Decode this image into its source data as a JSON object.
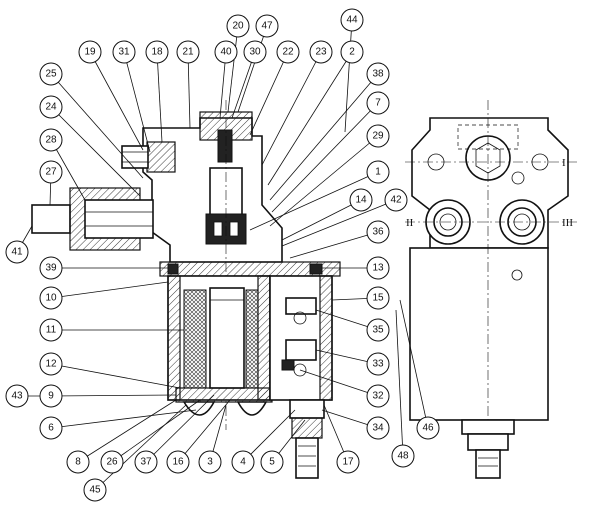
{
  "callouts": [
    {
      "id": "1",
      "label": "1"
    },
    {
      "id": "2",
      "label": "2"
    },
    {
      "id": "3",
      "label": "3"
    },
    {
      "id": "4",
      "label": "4"
    },
    {
      "id": "5",
      "label": "5"
    },
    {
      "id": "6",
      "label": "6"
    },
    {
      "id": "7",
      "label": "7"
    },
    {
      "id": "8",
      "label": "8"
    },
    {
      "id": "9",
      "label": "9"
    },
    {
      "id": "10",
      "label": "10"
    },
    {
      "id": "11",
      "label": "11"
    },
    {
      "id": "12",
      "label": "12"
    },
    {
      "id": "13",
      "label": "13"
    },
    {
      "id": "14",
      "label": "14"
    },
    {
      "id": "15",
      "label": "15"
    },
    {
      "id": "16",
      "label": "16"
    },
    {
      "id": "17",
      "label": "17"
    },
    {
      "id": "18",
      "label": "18"
    },
    {
      "id": "19",
      "label": "19"
    },
    {
      "id": "20",
      "label": "20"
    },
    {
      "id": "21",
      "label": "21"
    },
    {
      "id": "22",
      "label": "22"
    },
    {
      "id": "23",
      "label": "23"
    },
    {
      "id": "24",
      "label": "24"
    },
    {
      "id": "25",
      "label": "25"
    },
    {
      "id": "26",
      "label": "26"
    },
    {
      "id": "27",
      "label": "27"
    },
    {
      "id": "28",
      "label": "28"
    },
    {
      "id": "29",
      "label": "29"
    },
    {
      "id": "30",
      "label": "30"
    },
    {
      "id": "31",
      "label": "31"
    },
    {
      "id": "32",
      "label": "32"
    },
    {
      "id": "33",
      "label": "33"
    },
    {
      "id": "34",
      "label": "34"
    },
    {
      "id": "35",
      "label": "35"
    },
    {
      "id": "36",
      "label": "36"
    },
    {
      "id": "37",
      "label": "37"
    },
    {
      "id": "38",
      "label": "38"
    },
    {
      "id": "39",
      "label": "39"
    },
    {
      "id": "40",
      "label": "40"
    },
    {
      "id": "41",
      "label": "41"
    },
    {
      "id": "42",
      "label": "42"
    },
    {
      "id": "43",
      "label": "43"
    },
    {
      "id": "44",
      "label": "44"
    },
    {
      "id": "45",
      "label": "45"
    },
    {
      "id": "46",
      "label": "46"
    },
    {
      "id": "47",
      "label": "47"
    },
    {
      "id": "48",
      "label": "48"
    }
  ],
  "section_marks": {
    "I": "I",
    "II": "II",
    "III": "III"
  }
}
